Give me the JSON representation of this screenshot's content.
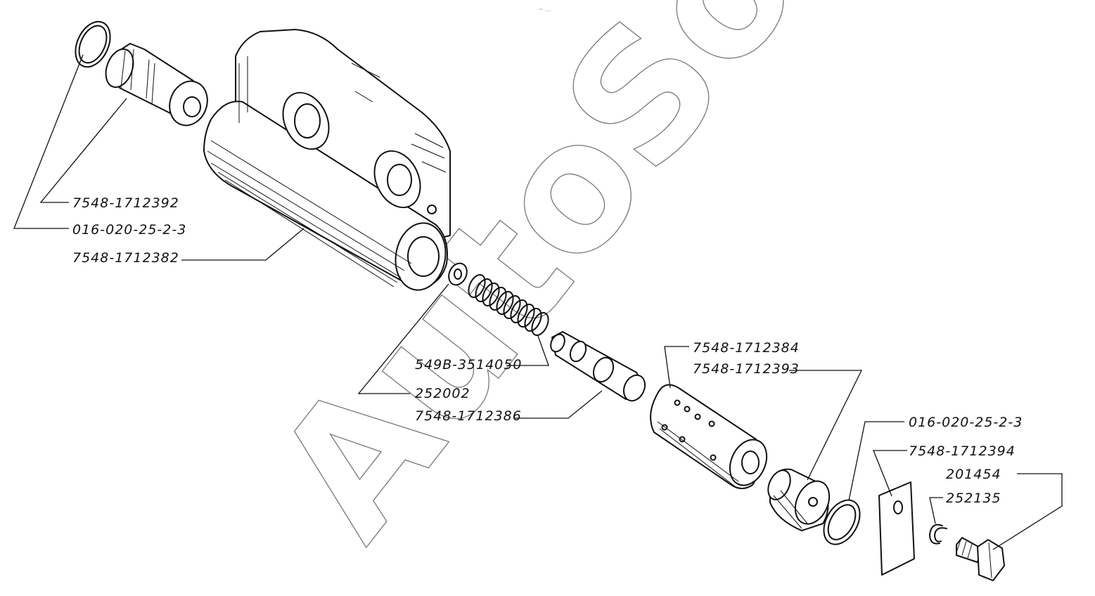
{
  "watermark": "AutoSoft",
  "top_mark": "~ ...",
  "callouts": [
    {
      "id": "ring-top-left",
      "text": "016-020-25-2-3"
    },
    {
      "id": "plug-top",
      "text": "7548-1712392"
    },
    {
      "id": "housing",
      "text": "7548-1712382"
    },
    {
      "id": "washer",
      "text": "252002"
    },
    {
      "id": "spring",
      "text": "549B-3514050"
    },
    {
      "id": "plunger",
      "text": "7548-1712386"
    },
    {
      "id": "sleeve",
      "text": "7548-1712384"
    },
    {
      "id": "cap-plug",
      "text": "7548-1712393"
    },
    {
      "id": "ring-right",
      "text": "016-020-25-2-3"
    },
    {
      "id": "plate",
      "text": "7548-1712394"
    },
    {
      "id": "bolt",
      "text": "201454"
    },
    {
      "id": "lock-washer",
      "text": "252135"
    }
  ],
  "colors": {
    "ink": "#111111",
    "watermark": "#777777",
    "background": "#ffffff"
  }
}
